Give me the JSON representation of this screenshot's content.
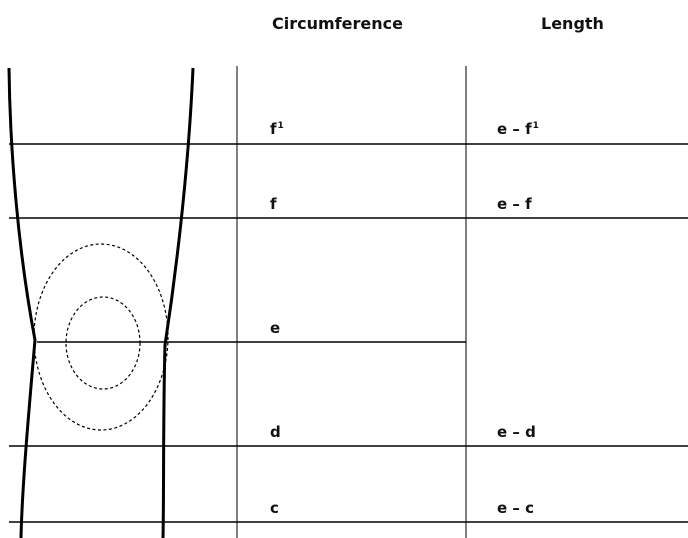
{
  "header": {
    "circumference": "Circumference",
    "length": "Length"
  },
  "rows": [
    {
      "circumference": "f",
      "circumference_sup": "1",
      "length": "e – f",
      "length_sup": "1"
    },
    {
      "circumference": "f",
      "circumference_sup": "",
      "length": "e – f",
      "length_sup": ""
    },
    {
      "circumference": "e",
      "circumference_sup": "",
      "length": "",
      "length_sup": ""
    },
    {
      "circumference": "d",
      "circumference_sup": "",
      "length": "e – d",
      "length_sup": ""
    },
    {
      "circumference": "c",
      "circumference_sup": "",
      "length": "e – c",
      "length_sup": ""
    }
  ]
}
